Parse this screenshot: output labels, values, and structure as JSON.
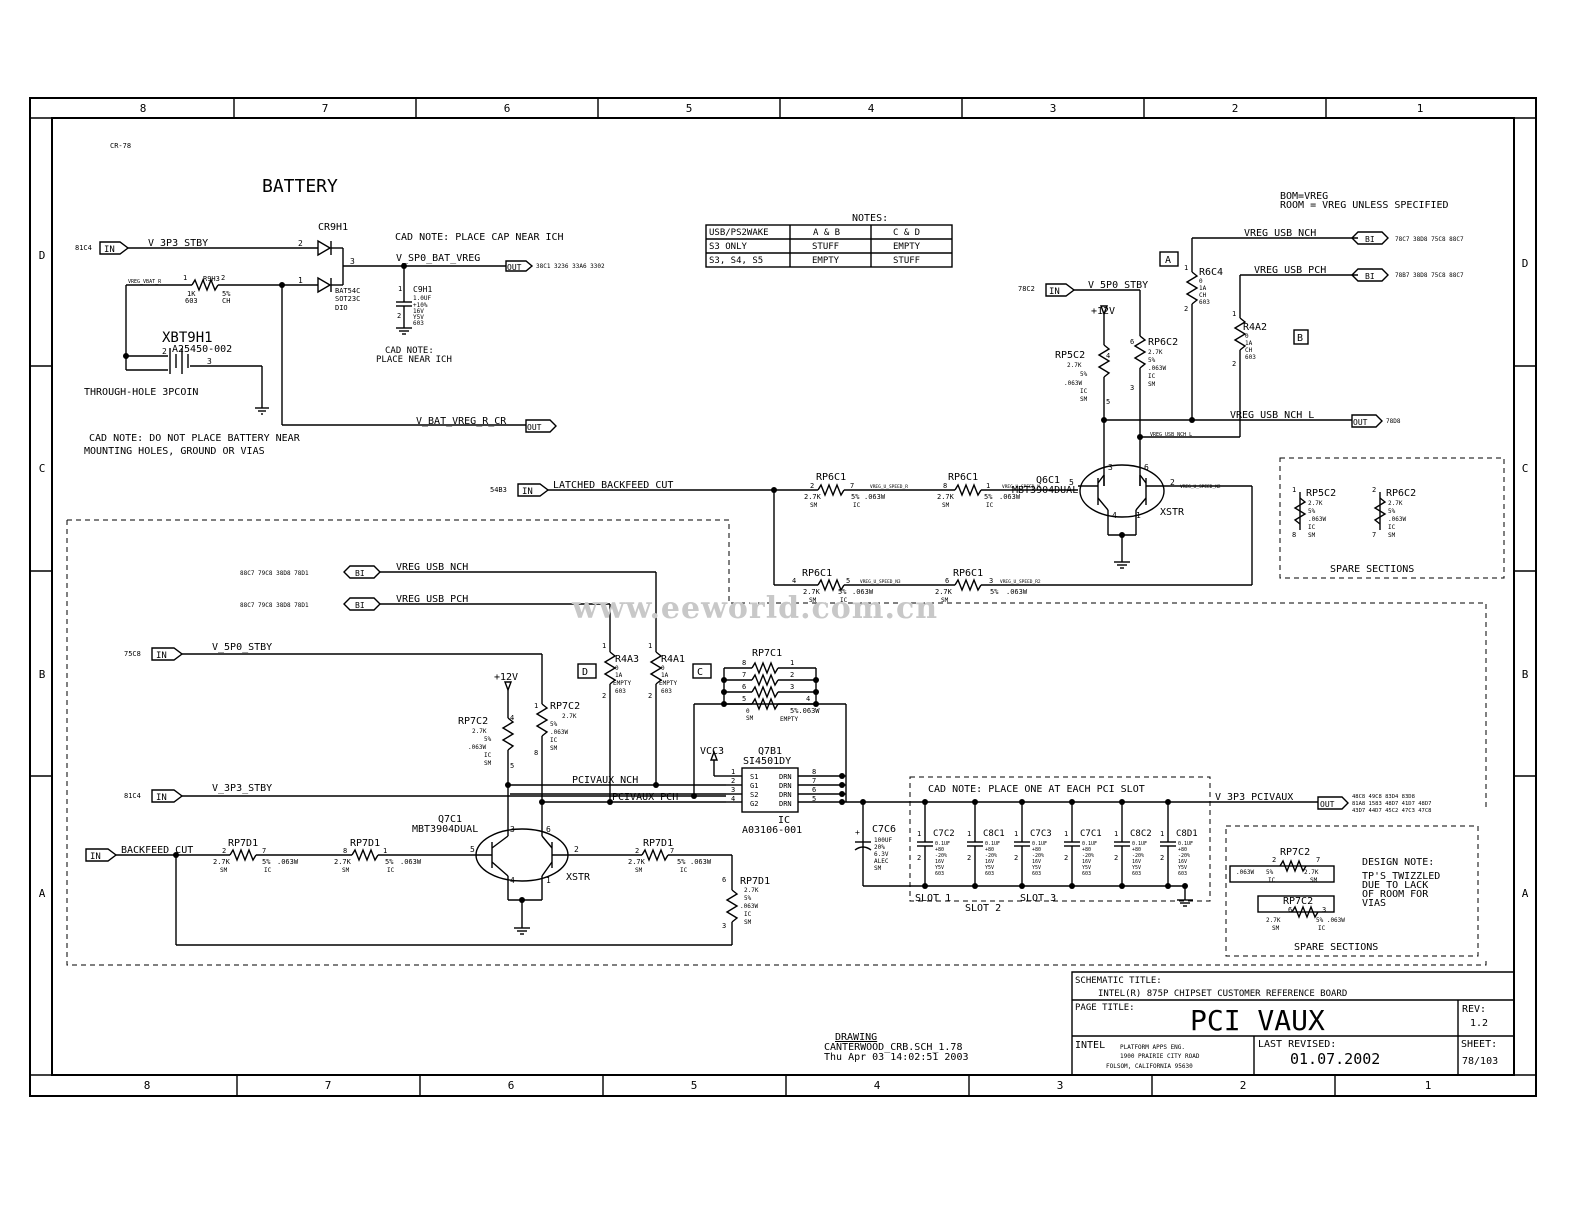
{
  "frame": {
    "zones_top": [
      "8",
      "7",
      "6",
      "5",
      "4",
      "3",
      "2",
      "1"
    ],
    "zones_bottom": [
      "8",
      "7",
      "6",
      "5",
      "4",
      "3",
      "2",
      "1"
    ],
    "zones_left": [
      "D",
      "C",
      "B",
      "A"
    ],
    "zones_right": [
      "D",
      "C",
      "B",
      "A"
    ]
  },
  "header": {
    "page_ref": "CR-78",
    "battery_title": "BATTERY"
  },
  "bom": {
    "line1": "BOM=VREG",
    "line2": "ROOM = VREG UNLESS SPECIFIED"
  },
  "notes_table": {
    "title": "NOTES:",
    "header": [
      "USB/PS2WAKE",
      "A & B",
      "C & D"
    ],
    "rows": [
      [
        "S3 ONLY",
        "STUFF",
        "EMPTY"
      ],
      [
        "S3, S4, S5",
        "EMPTY",
        "STUFF"
      ]
    ]
  },
  "ports": {
    "in": "IN",
    "out": "OUT",
    "bi": "BI",
    "v3p3_ref": "81C4",
    "v3p3": "V_3P3_STBY",
    "vsp0_bat": "V_SP0_BAT_VREG",
    "vsp0_bat_ref": "38C1 3236 33A6 3302",
    "vbat_r": "V_BAT_VREG_R_CR",
    "vusb_nch": "VREG_USB_NCH",
    "vusb_nch_ref": "78C7 38D8 75C8 88C7",
    "vusb_pch": "VREG_USB_PCH",
    "vusb_pch_ref": "78B7 38D8 75C8 88C7",
    "v5p0_ref": "78C2",
    "v5p0": "V_5P0_STBY",
    "vusb_nch_l": "VREG_USB_NCH_L",
    "vusb_nch_l_ref": "78D8",
    "latched_ref": "54B3",
    "latched": "LATCHED_BACKFEED_CUT",
    "nch_ref2": "88C7 79C8 38D8 78D1",
    "nch2": "VREG_USB_NCH",
    "pch_ref2": "88C7 79C8 38D8 78D1",
    "pch2": "VREG_USB_PCH",
    "v5p0_ref2": "75C8",
    "v5p0_2": "V_5P0_STBY",
    "v3p3_ref2": "81C4",
    "v3p3_2": "V_3P3_STBY",
    "backfeed": "BACKFEED_CUT",
    "pcivaux": "V_3P3_PCIVAUX",
    "pcivaux_ref1": "48C8 49C8 83D4 83D8",
    "pcivaux_ref2": "81A8 1583 48D7 41D7 48D7",
    "pcivaux_ref3": "43D7 44D7 45C2 47C3 47C8"
  },
  "battery": {
    "cr9h1": "CR9H1",
    "bat54c": "BAT54C",
    "sot23c": "SOT23C",
    "dio": "DIO",
    "r9h3": "R9H3",
    "r9h3_val": "1K",
    "r9h3_pkg": "603",
    "r9h3_tol": "5%",
    "r9h3_ch": "CH",
    "net_vbat": "VREG_VBAT_R",
    "xbt": "XBT9H1",
    "xbt_pn": "A25450-002",
    "xbt_desc": "THROUGH-HOLE 3PCOIN",
    "cad1": "CAD NOTE: PLACE CAP NEAR ICH",
    "c9h1": "C9H1",
    "c9h1_v1": "1.0UF",
    "c9h1_v2": "+10%",
    "c9h1_v3": "16V",
    "c9h1_v4": "Y5V",
    "c9h1_v5": "603",
    "cad2a": "CAD NOTE:",
    "cad2b": "PLACE NEAR ICH",
    "cad3a": "CAD NOTE: DO NOT PLACE BATTERY NEAR",
    "cad3b": "MOUNTING HOLES, GROUND OR VIAS"
  },
  "upper": {
    "box_a": "A",
    "box_b": "B",
    "r6c4": "R6C4",
    "r6c4_v": [
      "0",
      "1A",
      "CH",
      "603"
    ],
    "r4a2": "R4A2",
    "r4a2_v": [
      "0",
      "1A",
      "CH",
      "603"
    ],
    "p12v": "+12V",
    "rp5c2a": "RP5C2",
    "rp5c2a_v": [
      "2.7K",
      "5%",
      ".063W",
      "IC",
      "SM"
    ],
    "rp6c2": "RP6C2",
    "rp6c2_v": [
      "2.7K",
      "5%",
      ".063W",
      "IC",
      "SM"
    ],
    "q6c1": "Q6C1",
    "q6c1_pn": "MBT3904DUAL",
    "xstr": "XSTR",
    "net_nch_l": "VREG_USB_NCH_L",
    "rp6c1": "RP6C1",
    "rp_v": "2.7K",
    "rp_sm": "SM",
    "rp_5pct": "5%",
    "rp_ic": "IC",
    "rp_063": ".063W",
    "net_a": "VREG_U_SPEED_R",
    "net_b": "VREG_U_SPEED_N",
    "net_c": "VREG_U_SPEED_N2",
    "net_d": "VREG_U_SPEED_N3",
    "net_e": "VREG_U_SPEED_R2",
    "spare_title": "SPARE SECTIONS",
    "sp1": "RP5C2",
    "sp2": "RP6C2"
  },
  "lower": {
    "box_d": "D",
    "box_c": "C",
    "r4a3": "R4A3",
    "r4a3_v": [
      "0",
      "1A",
      "EMPTY",
      "603"
    ],
    "r4a1": "R4A1",
    "r4a1_v": [
      "0",
      "1A",
      "EMPTY",
      "603"
    ],
    "rp7c1": "RP7C1",
    "rp7c1_v": "5%.063W",
    "rp7c1_empty": "EMPTY",
    "p12v": "+12V",
    "rp7c2a": "RP7C2",
    "rp7c2a_v": [
      "2.7K",
      "5%",
      ".063W",
      "IC",
      "SM"
    ],
    "rp7c2b": "RP7C2",
    "rp7c2b_v": [
      "2.7K",
      ".063W",
      "IC",
      "SM"
    ],
    "vcc3": "VCC3",
    "q7b1": "Q7B1",
    "q7b1_pn": "SI4501DY",
    "q7b1_ic": "IC",
    "q7b1_no": "A03106-001",
    "pins_l": [
      "S1",
      "G1",
      "S2",
      "G2"
    ],
    "pins_r": [
      "DRN",
      "DRN",
      "DRN",
      "DRN"
    ],
    "net_pcivaux_nch": "PCIVAUX_NCH",
    "net_pcivaux_pch": "PCIVAUX_PCH",
    "q7c1": "Q7C1",
    "q7c1_pn": "MBT3904DUAL",
    "xstr": "XSTR",
    "rp7d1": "RP7D1",
    "rp7d1_v": [
      "2.7K",
      "5%",
      ".063W",
      "IC",
      "SM"
    ],
    "cad4": "CAD NOTE: PLACE ONE AT EACH PCI SLOT",
    "c7c6": "C7C6",
    "c7c6_v": [
      "100UF",
      "20%",
      "6.3V",
      "ALEC",
      "SM"
    ],
    "caps": [
      "C7C2",
      "C8C1",
      "C7C3",
      "C7C1",
      "C8C2",
      "C8D1"
    ],
    "cap_v": [
      "0.1UF",
      "+80",
      "-20%",
      "16V",
      "Y5V",
      "603"
    ],
    "slot1": "SLOT 1",
    "slot2": "SLOT 2",
    "slot3": "SLOT 3",
    "design_note": [
      "DESIGN NOTE:",
      "TP'S TWIZZLED",
      "DUE TO LACK",
      "OF ROOM FOR",
      "VIAS"
    ],
    "spare_title": "SPARE SECTIONS",
    "sp_rp7c2a": "RP7C2",
    "sp_rp7c2b": "RP7C2"
  },
  "watermark": "www.eeworld.com.cn",
  "titleblock": {
    "schematic_title_label": "SCHEMATIC TITLE:",
    "schematic_title": "INTEL(R) 875P CHIPSET CUSTOMER REFERENCE BOARD",
    "page_title_label": "PAGE TITLE:",
    "page_title": "PCI VAUX",
    "rev_label": "REV:",
    "rev": "1.2",
    "company": "INTEL",
    "addr1": "PLATFORM APPS ENG.",
    "addr2": "1900 PRAIRIE CITY ROAD",
    "addr3": "FOLSOM, CALIFORNIA 95630",
    "last_revised_label": "LAST REVISED:",
    "last_revised": "01.07.2002",
    "sheet_label": "SHEET:",
    "sheet": "78/103",
    "drawing_label": "DRAWING",
    "drawing_file": "CANTERWOOD_CRB.SCH_1.78",
    "drawing_date": "Thu Apr 03 14:02:51 2003"
  }
}
